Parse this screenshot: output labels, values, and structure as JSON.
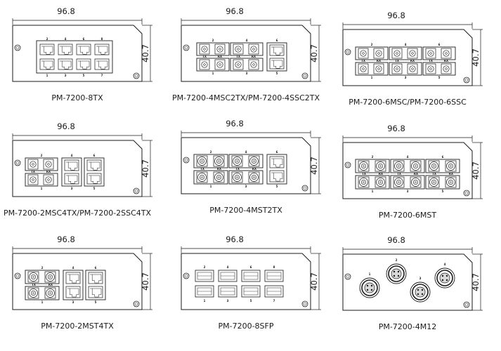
{
  "modules": [
    {
      "id": "8tx",
      "caption": "PM-7200-8TX",
      "width_label": "96.8",
      "height_label": "40.7",
      "type": "rj45x8",
      "top_labels": [
        "2",
        "4",
        "6",
        "8"
      ],
      "bottom_labels": [
        "1",
        "3",
        "5",
        "7"
      ]
    },
    {
      "id": "4sc2tx",
      "caption": "PM-7200-4MSC2TX/PM-7200-4SSC2TX",
      "width_label": "96.8",
      "height_label": "40.7",
      "type": "sc4_rj2",
      "top_labels": [
        "2",
        "4",
        "6"
      ],
      "bottom_labels": [
        "1",
        "3",
        "5"
      ],
      "txrx": [
        "TX",
        "RX"
      ]
    },
    {
      "id": "6sc",
      "caption": "PM-7200-6MSC/PM-7200-6SSC",
      "width_label": "96.8",
      "height_label": "40.7",
      "type": "sc6",
      "top_labels": [
        "2",
        "4",
        "6"
      ],
      "bottom_labels": [
        "1",
        "3",
        "5"
      ],
      "txrx": [
        "TX",
        "RX"
      ]
    },
    {
      "id": "2sc4tx",
      "caption": "PM-7200-2MSC4TX/PM-7200-2SSC4TX",
      "width_label": "96.8",
      "height_label": "40.7",
      "type": "sc2_rj4",
      "top_labels": [
        "2",
        "4",
        "6"
      ],
      "bottom_labels": [
        "1",
        "3",
        "5"
      ],
      "txrx": [
        "TX",
        "RX"
      ]
    },
    {
      "id": "4st2tx",
      "caption": "PM-7200-4MST2TX",
      "width_label": "96.8",
      "height_label": "40.7",
      "type": "st4_rj2",
      "top_labels": [
        "2",
        "4",
        "6"
      ],
      "bottom_labels": [
        "1",
        "3",
        "5"
      ],
      "txrx": [
        "TX",
        "RX"
      ]
    },
    {
      "id": "6st",
      "caption": "PM-7200-6MST",
      "width_label": "96.8",
      "height_label": "40.7",
      "type": "st6",
      "top_labels": [
        "2",
        "4",
        "6"
      ],
      "bottom_labels": [
        "1",
        "3",
        "5"
      ],
      "txrx": [
        "TX",
        "RX"
      ]
    },
    {
      "id": "2st4tx",
      "caption": "PM-7200-2MST4TX",
      "width_label": "96.8",
      "height_label": "40.7",
      "type": "st2_rj4",
      "top_labels": [
        "2",
        "4",
        "6"
      ],
      "bottom_labels": [
        "1",
        "3",
        "5"
      ],
      "txrx": [
        "TX",
        "RX"
      ]
    },
    {
      "id": "8sfp",
      "caption": "PM-7200-8SFP",
      "width_label": "96.8",
      "height_label": "40.7",
      "type": "sfp8",
      "top_labels": [
        "2",
        "4",
        "6",
        "8"
      ],
      "bottom_labels": [
        "1",
        "3",
        "5",
        "7"
      ]
    },
    {
      "id": "4m12",
      "caption": "PM-7200-4M12",
      "width_label": "96.8",
      "height_label": "40.7",
      "type": "m12x4",
      "port_labels": [
        "1",
        "2",
        "3",
        "4"
      ]
    }
  ],
  "colors": {
    "line": "#1a1a1a",
    "plate": "#ffffff",
    "port_fill": "#d9d9d9",
    "port_dark": "#9a9a9a"
  }
}
